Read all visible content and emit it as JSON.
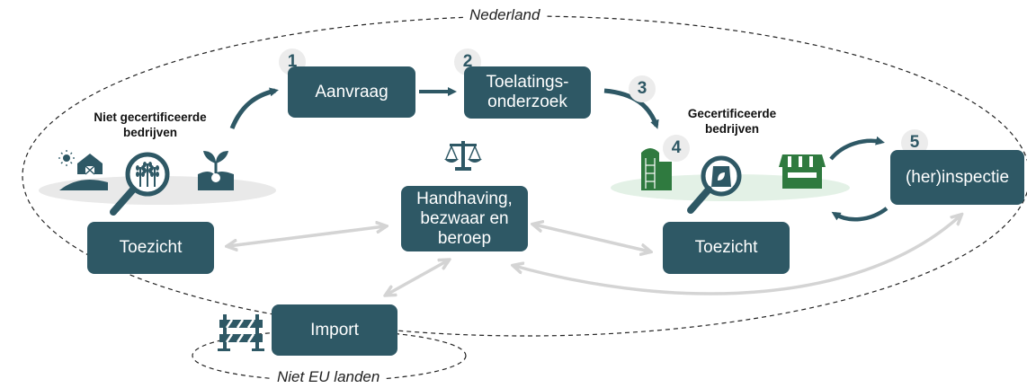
{
  "regions": {
    "nederland": "Nederland",
    "niet_eu": "Niet EU landen"
  },
  "groups": {
    "uncertified": "Niet gecertificeerde bedrijven",
    "certified": "Gecertificeerde bedrijven"
  },
  "steps": [
    "1",
    "2",
    "3",
    "4",
    "5"
  ],
  "boxes": {
    "aanvraag": "Aanvraag",
    "toelating_line1": "Toelatings-",
    "toelating_line2": "onderzoek",
    "herinspectie": "(her)inspectie",
    "handhaving_line1": "Handhaving,",
    "handhaving_line2": "bezwaar en",
    "handhaving_line3": "beroep",
    "toezicht_left": "Toezicht",
    "toezicht_right": "Toezicht",
    "import": "Import"
  },
  "colors": {
    "box": "#2e5865",
    "icon_green": "#2f7a3f",
    "icon_dark": "#2e5865",
    "light_arrow": "#d4d4d4",
    "ground_grey": "#e9e9e9",
    "ground_green": "#e3f1e6"
  },
  "icons": [
    "farm-icon",
    "magnifier-grain-icon",
    "sprout-icon",
    "scales-icon",
    "silo-icon",
    "magnifier-feed-icon",
    "market-stall-icon",
    "barrier-icon"
  ]
}
